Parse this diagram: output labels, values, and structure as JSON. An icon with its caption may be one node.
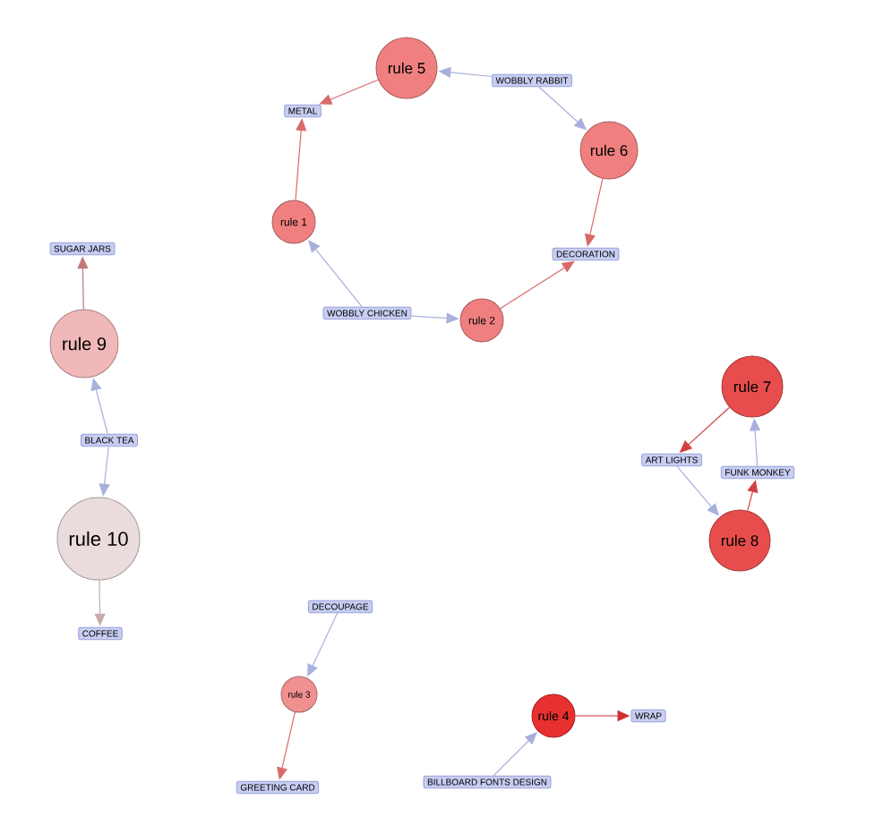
{
  "diagram": {
    "nodes": [
      {
        "text": [
          "rule 5"
        ]
      },
      {
        "text": [
          "WOBBLY RABBIT"
        ]
      },
      {
        "text": [
          "METAL"
        ]
      },
      {
        "text": [
          "rule 6"
        ]
      },
      {
        "text": [
          "rule 1"
        ]
      },
      {
        "text": [
          "DECORATION"
        ]
      },
      {
        "text": [
          "WOBBLY CHICKEN"
        ]
      },
      {
        "text": [
          "rule 2"
        ]
      },
      {
        "text": [
          "SUGAR JARS"
        ]
      },
      {
        "text": [
          "rule 9"
        ]
      },
      {
        "text": [
          "BLACK TEA"
        ]
      },
      {
        "text": [
          "rule 10"
        ]
      },
      {
        "text": [
          "COFFEE"
        ]
      },
      {
        "text": [
          "rule 7"
        ]
      },
      {
        "text": [
          "ART LIGHTS"
        ]
      },
      {
        "text": [
          "FUNK MONKEY"
        ]
      },
      {
        "text": [
          "rule 8"
        ]
      },
      {
        "text": [
          "DECOUPAGE"
        ]
      },
      {
        "text": [
          "rule 3"
        ]
      },
      {
        "text": [
          "GREETING CARD"
        ]
      },
      {
        "text": [
          "rule 4"
        ]
      },
      {
        "text": [
          "WRAP"
        ]
      },
      {
        "text": [
          "BILLBOARD FONTS DESIGN"
        ]
      }
    ],
    "edges": [
      {
        "from": 0,
        "to": 2,
        "arrow": "to",
        "color": "#d96a6a"
      },
      {
        "from": 1,
        "to": 0,
        "arrow": "to",
        "color": "#a8b0dc"
      },
      {
        "from": 1,
        "to": 3,
        "arrow": "to",
        "color": "#a8b0dc"
      },
      {
        "from": 3,
        "to": 5,
        "arrow": "to",
        "color": "#d96a6a"
      },
      {
        "from": 4,
        "to": 2,
        "arrow": "to",
        "color": "#d96a6a"
      },
      {
        "from": 6,
        "to": 4,
        "arrow": "to",
        "color": "#a8b0dc"
      },
      {
        "from": 6,
        "to": 7,
        "arrow": "to",
        "color": "#a8b0dc"
      },
      {
        "from": 7,
        "to": 5,
        "arrow": "to",
        "color": "#d96a6a"
      },
      {
        "from": 9,
        "to": 8,
        "arrow": "to",
        "color": "#c07a7a"
      },
      {
        "from": 10,
        "to": 9,
        "arrow": "to",
        "color": "#a8b0dc"
      },
      {
        "from": 10,
        "to": 11,
        "arrow": "to",
        "color": "#a8b0dc"
      },
      {
        "from": 11,
        "to": 12,
        "arrow": "to",
        "color": "#c8aaaa"
      },
      {
        "from": 13,
        "to": 14,
        "arrow": "to",
        "color": "#d04040"
      },
      {
        "from": 14,
        "to": 16,
        "arrow": "to",
        "color": "#a8b0dc"
      },
      {
        "from": 16,
        "to": 15,
        "arrow": "to",
        "color": "#d04040"
      },
      {
        "from": 15,
        "to": 13,
        "arrow": "to",
        "color": "#a8b0dc"
      },
      {
        "from": 17,
        "to": 18,
        "arrow": "to",
        "color": "#a8b0dc"
      },
      {
        "from": 18,
        "to": 19,
        "arrow": "to",
        "color": "#d96a6a"
      },
      {
        "from": 22,
        "to": 20,
        "arrow": "to",
        "color": "#a8b0dc"
      },
      {
        "from": 20,
        "to": 21,
        "arrow": "to",
        "color": "#d03030"
      }
    ]
  }
}
